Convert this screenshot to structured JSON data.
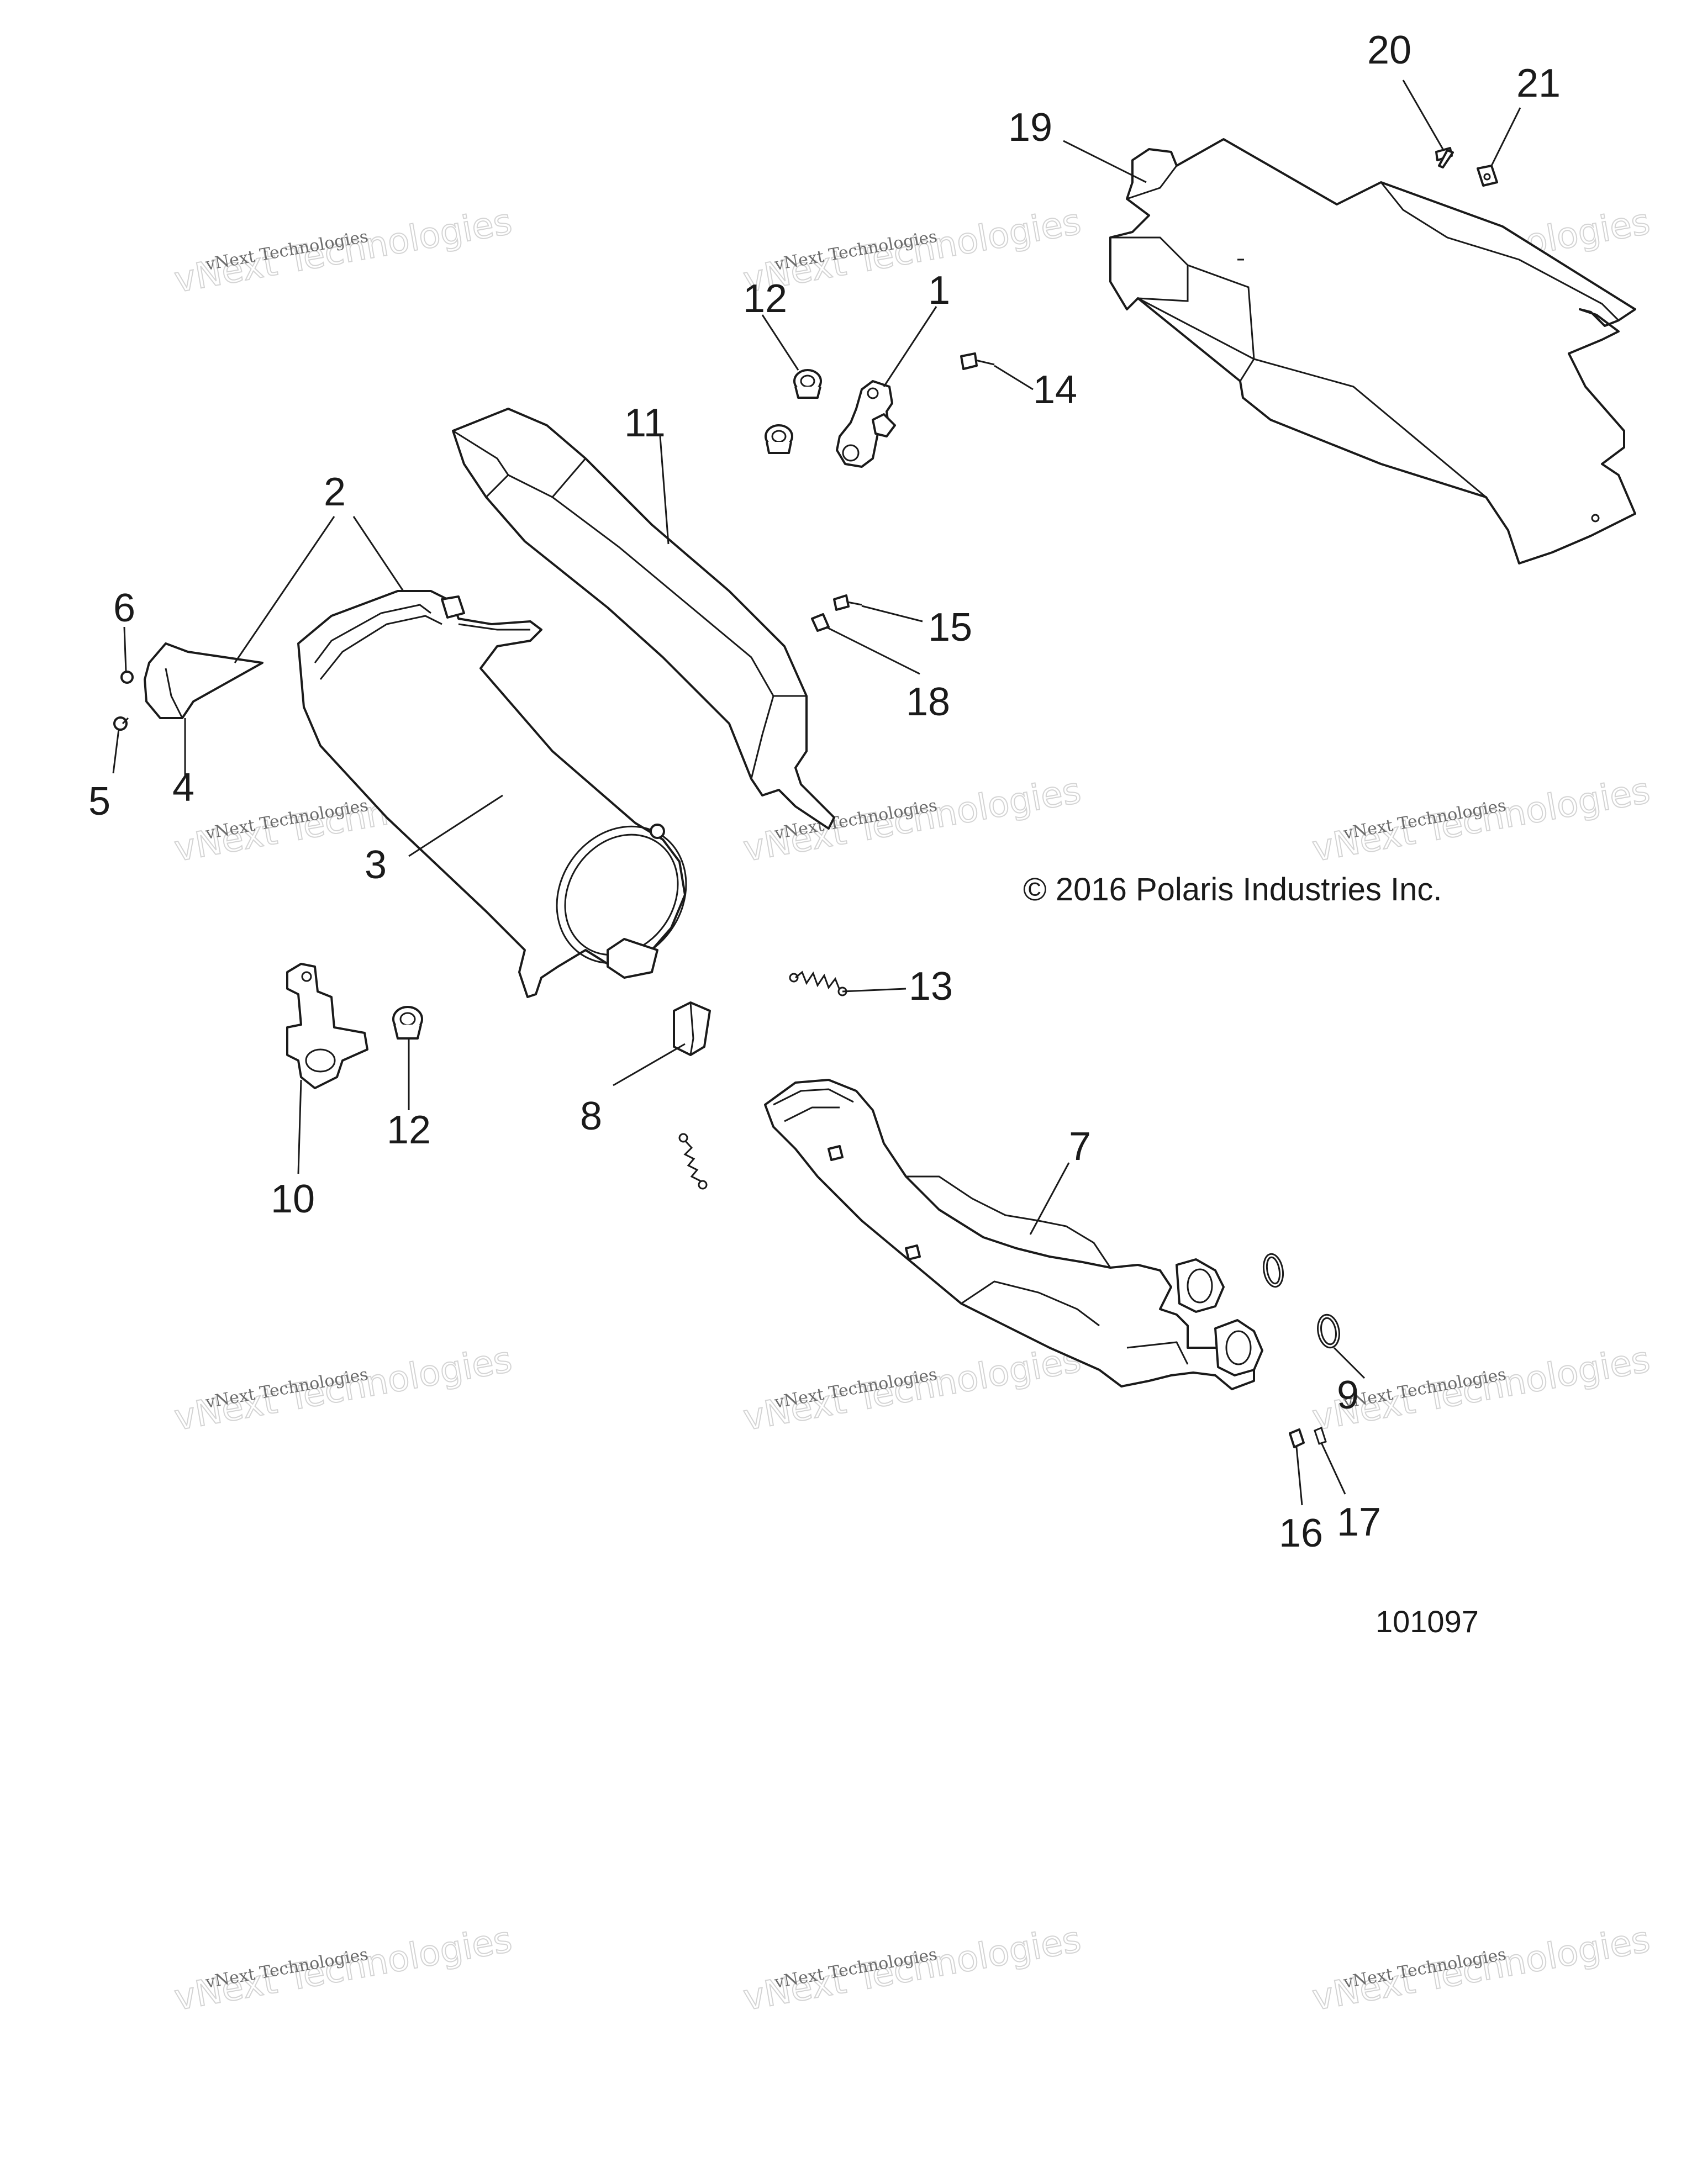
{
  "diagram": {
    "callouts": [
      "1",
      "2",
      "3",
      "4",
      "5",
      "6",
      "7",
      "8",
      "9",
      "10",
      "11",
      "12",
      "12",
      "13",
      "14",
      "15",
      "16",
      "17",
      "18",
      "19",
      "20",
      "21"
    ],
    "copyright": "© 2016 Polaris Industries Inc.",
    "drawing_number": "101097",
    "watermark": {
      "line1": "vNext Technologies",
      "line2": "vNext Technologies"
    }
  }
}
